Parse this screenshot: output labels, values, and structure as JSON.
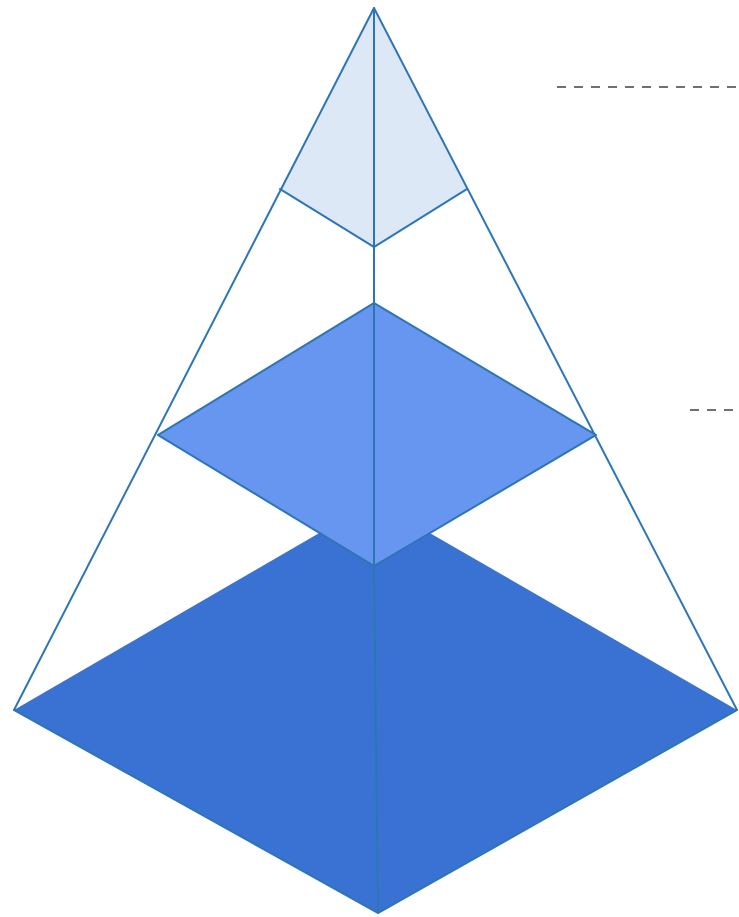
{
  "diagram": {
    "layer_count": 3,
    "layers": [
      {
        "name": "top-layer",
        "fill": "#DCE8F5"
      },
      {
        "name": "middle-layer",
        "fill": "#6796F0"
      },
      {
        "name": "base-layer",
        "fill": "#3A72D3"
      }
    ],
    "colors": {
      "outline": "#2E75B6",
      "leader_line": "#707070",
      "background": "#FFFFFF"
    },
    "leader_lines": [
      {
        "name": "leader-line-top",
        "style": "dashed"
      },
      {
        "name": "leader-line-middle",
        "style": "dashed"
      }
    ]
  }
}
